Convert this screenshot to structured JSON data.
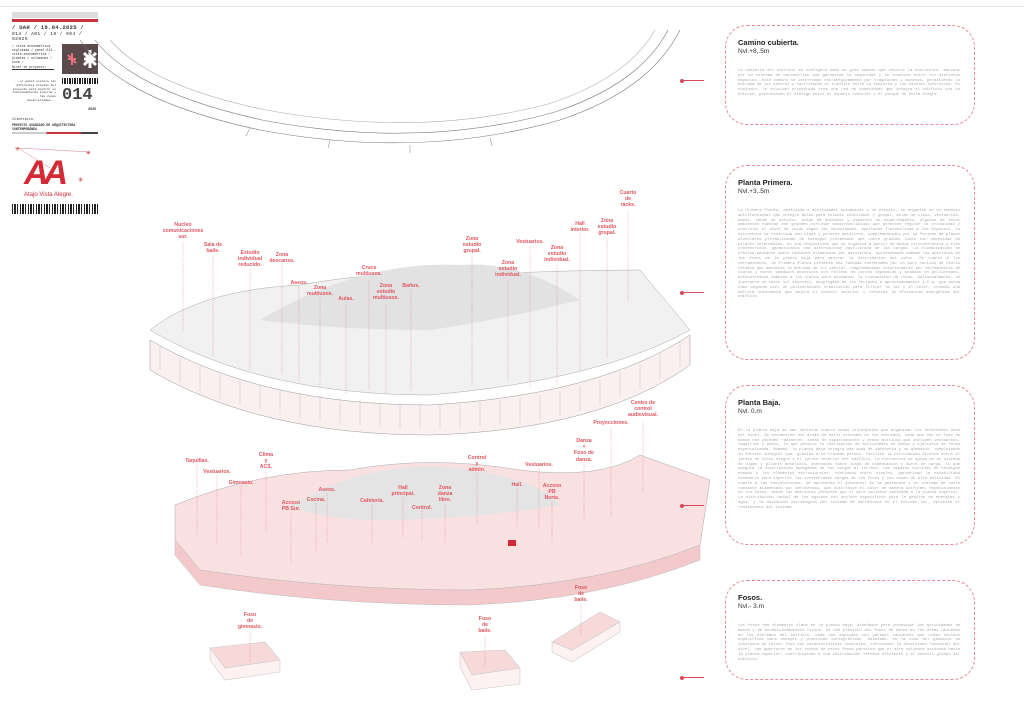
{
  "sidebar": {
    "date_line": "/ UAH / 19.04.2025 /",
    "code_line": "014 / A01 / 19 / 004 / 02025",
    "description": "/ vista axonométrica explotada / panel 014 - vista axonométrica / plantas / volúmenes / zona /",
    "level_label": "Nivel de proyecto:",
    "note": "...el panel explora las diferentes plantas del proyecto para mostrar su funcionamiento interno y las zonas desarrolladas...",
    "panel_number": "014",
    "year": "2025",
    "itinerary_label": "Itinerario.",
    "program": "PROYECTO AVANZADO DE ARQUITECTURA CONTEMPORÁNEA",
    "logo_text": "AA",
    "project_name": "Atajo Vista Alegre."
  },
  "labels": {
    "first_floor": [
      "Nucleo\ncomunicaciones\nsur.",
      "Sala de\nbaile.",
      "Estudio\nindividual\nreducido.",
      "Zona\ndescanso.",
      "Aseos.",
      "Zona\nmultiusos.",
      "Aulas.",
      "Cruce\nmultiusos.",
      "Zona\nestudio\nmultiusos.",
      "Baños.",
      "Zona\nestudio\ngrupal.",
      "Zona\nestudio\nindividual.",
      "Vestuarios.",
      "Zona\nestudio\nindividual.",
      "Hall\ninterior.",
      "Zona\nestudio\ngrupal.",
      "Cuarto\nde\nracks."
    ],
    "ground_floor": [
      "Taquillas.",
      "Vestuarios.",
      "Gimnasio.",
      "Clima\ny\nACS.",
      "Acceso\nPB Sur.",
      "Cocina.",
      "Aseos.",
      "Cafetería.",
      "Hall\nprincipal.",
      "Control.",
      "Zona\ndanza\nlibre.",
      "Control\ny\nadmin.",
      "Hall.",
      "Vestuarios.",
      "Acceso\nPB\nNorte.",
      "Danza\n+\nFoso de\ndanza.",
      "Proyecciones.",
      "Centro de\ncontrol\naudiovisual."
    ],
    "pits": [
      "Foso\nde\ngimnasio.",
      "Foso\nde\nbaile.",
      "Foso\nde\nbaile."
    ]
  },
  "panels": [
    {
      "title": "Camino cubierta.",
      "level": "Nvl.+8,.5m",
      "body": "La cubierta del edificio se configura como un gran camino que recorre la estructura, marcado por un sistema de barandillas que garantiza la seguridad y la conexión entre los distintos espacios. Este camino se interrumpe estratégicamente por tragaluces y accesos, permitiendo la entrada de luz natural y facilitando el tránsito entre la cubierta y los niveles inferiores. En conjunto, la solución proyectada crea una red de conexiones que integra el edificio con su entorno, potenciando el diálogo entre el espacio interior y el parque de Vista Alegre."
    },
    {
      "title": "Planta Primera.",
      "level": "Nvl.+3,.5m",
      "body": "La Primera Planta, destinada a actividades académicas y de estudio, se organiza en un espacio multifuncional que integra aulas para estudio individual y grupal, aulas de clase, vestuarios, aseos, zonas de estudio, áreas de descanso y espacios de esparcimiento. Algunos de estos ambientes cuentan con grandes cortinas semitranslúcidas que permiten regular la privacidad y controlar el nivel de ruido según las necesidades, aportando flexibilidad a los espacios. La estructura se consolida con vigas y pilares metálicos, complementados por un forjado de placas alveolares prefabricadas de hormigón pretensado que cubre grandes luces sin necesidad de pilares intermedios, en una disposición que se organiza a partir de media circunferencia y ejes concéntricos, garantizando una distribución equilibrada de las cargas. La climatización se efectúa mediante suelo radiante alimentado por aerotermia, aprovechando además las aperturas en los fosos de la planta baja para mejorar la distribución del calor. En cuanto a los cerramientos, la Primera Planta presenta una fachada conformada por un muro cortina de vidrio térmico que maximiza la entrada de luz natural, complementado interiormente por cerramientos de vidrio y muros sándwich acústicos con relleno de corcho expandido y acabado en poliuretano, extendiéndose también a los suelos para minimizar la transmisión de ruido. Adicionalmente, se incorpora un cubre sol especial, desplegado de los forjados a aproximadamente 1,5 m, que actúa como segunda piel de policarbonato translúcido para filtrar la luz y el calor, creando una barrera intermedia que mejora el confort interior y refuerza la eficiencia energética del edificio."
    },
    {
      "title": "Planta Baja.",
      "level": "Nvl. 0.m",
      "body": "En la planta baja se han definido cuatro zonas principales que organizan los diferentes usos del nivel. Se encuentran dos áreas de baile situadas en los extremos, cada una con un foso de danza con paredes radiantes, zonas de esparcimiento y áreas multiuso que incluyen vestuarios, taquillas y aseos, lo que permite la realización de actividades de danza y ejercicio de forma especializada. Además, la planta baja integra una zona de cafetería y un gimnasio, completando un entorno integral que, gracias a su trazado poroso, facilita la circulación directa entre el jardín de Vista Alegre y el jardín interior del edificio. La estructura se apoya en un sistema de vigas y pilares metálicos, asentados sobre losas de cimentación y muros de carga, lo que asegura la distribución homogénea de las cargas al terreno. Las zapatas corridas de hormigón armado y los elementos estructurales, continuos entre niveles, garantizan la estabilidad necesaria para soportar las concentradas cargas de los fosos y las zonas de alta actividad. En cuanto a las instalaciones, se aprovecha el potencial de la geotermia y un sistema de suelo radiante alimentado por aerotermia, que distribuye el calor de manera uniforme, especialmente en los fosos, donde las aberturas permiten que el aire caliente ascienda a la planta superior. La distribución radial de los equipos con núcleos específicos para la gestión de energías y agua, y la ubicación estratégica del sistema de aerotermia en el extremo sur, optimiza el rendimiento del sistema."
    },
    {
      "title": "Fosos.",
      "level": "Nvl.- 3.m",
      "body": "Los fosos son elementos clave en la planta baja, diseñados para potenciar las actividades de danza y de acondicionamiento físico. Se han previsto dos fosos de danza en las áreas ubicadas en los extremos del edificio, cada uno equipado con paredes radiantes que crean núcleos específicos para ensayos y prácticas coreográficas. Asimismo, en la zona del gimnasio se incorpora un tercer foso con características similares, reforzando la diversidad funcional del nivel. Las aperturas en los techos de estos fosos permiten que el aire caliente ascienda hacia la planta superior, contribuyendo a una distribución térmica eficiente y al confort global del edificio."
    }
  ],
  "colors": {
    "accent": "#d42a35",
    "label": "#e0565f",
    "border": "#e58a95",
    "volume": "#f7d9da"
  }
}
